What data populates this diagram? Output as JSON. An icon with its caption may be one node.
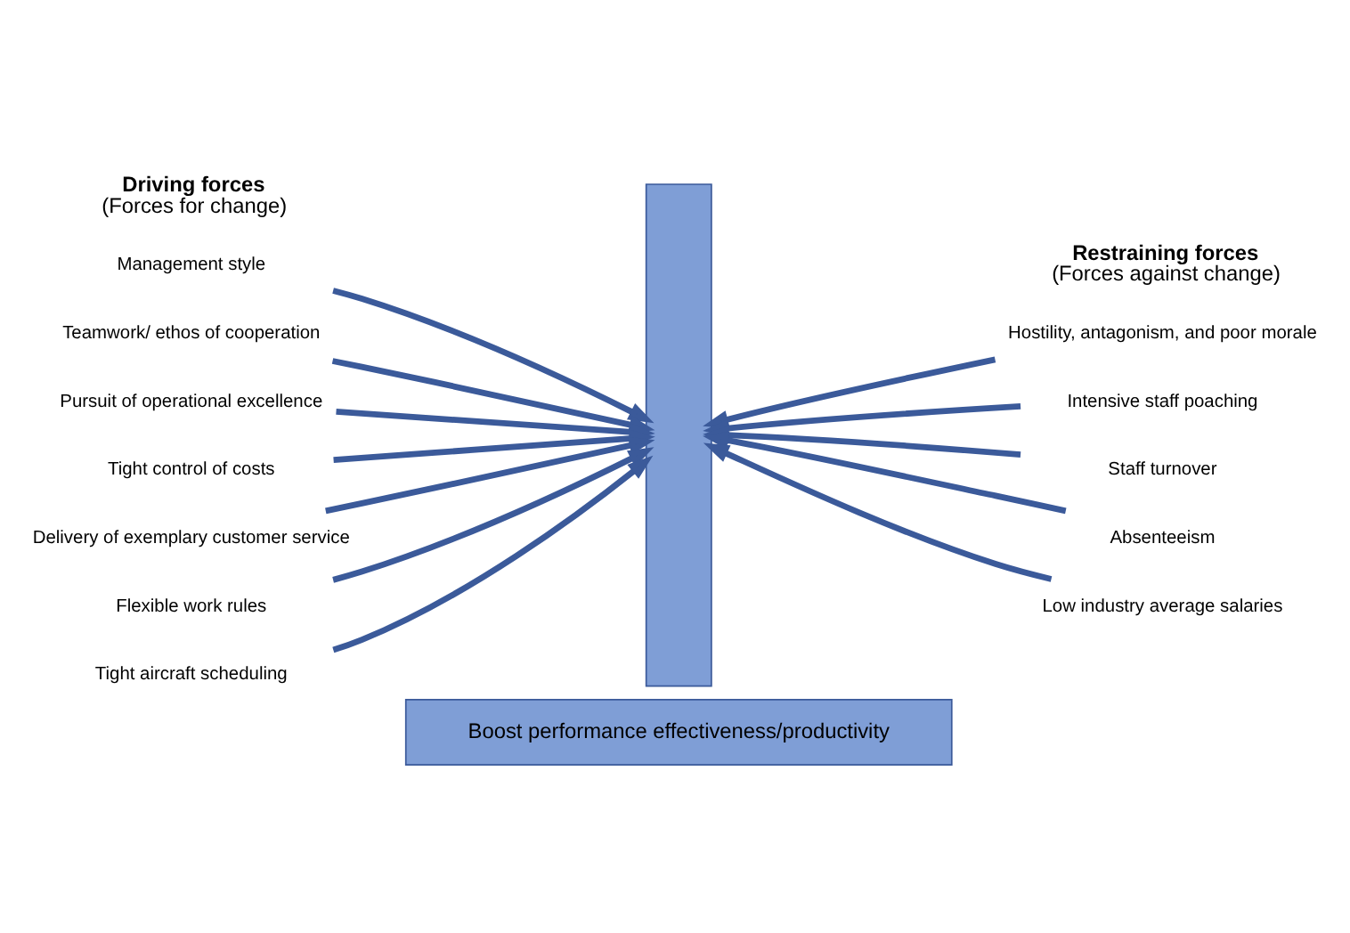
{
  "diagram": {
    "nodes": [
      {
        "text": [],
        "shape": "bar"
      },
      {
        "text": [
          "Management style"
        ]
      },
      {
        "text": [
          "Teamwork/ ethos of cooperation"
        ]
      },
      {
        "text": [
          "Pursuit of operational excellence"
        ]
      },
      {
        "text": [
          "Tight control of costs"
        ]
      },
      {
        "text": [
          "Delivery of exemplary customer service"
        ]
      },
      {
        "text": [
          "Flexible work rules"
        ]
      },
      {
        "text": [
          "Tight aircraft scheduling"
        ]
      },
      {
        "text": [
          "Hostility, antagonism, and poor morale"
        ]
      },
      {
        "text": [
          "Intensive staff poaching"
        ]
      },
      {
        "text": [
          "Staff turnover"
        ]
      },
      {
        "text": [
          "Absenteeism"
        ]
      },
      {
        "text": [
          "Low industry average salaries"
        ]
      },
      {
        "text": [
          "Boost performance effectiveness/productivity"
        ]
      }
    ],
    "edges": [
      {
        "from": 1,
        "to": 0,
        "arrow": "to"
      },
      {
        "from": 2,
        "to": 0,
        "arrow": "to"
      },
      {
        "from": 3,
        "to": 0,
        "arrow": "to"
      },
      {
        "from": 4,
        "to": 0,
        "arrow": "to"
      },
      {
        "from": 5,
        "to": 0,
        "arrow": "to"
      },
      {
        "from": 6,
        "to": 0,
        "arrow": "to"
      },
      {
        "from": 7,
        "to": 0,
        "arrow": "to"
      },
      {
        "from": 8,
        "to": 0,
        "arrow": "to"
      },
      {
        "from": 9,
        "to": 0,
        "arrow": "to"
      },
      {
        "from": 10,
        "to": 0,
        "arrow": "to"
      },
      {
        "from": 11,
        "to": 0,
        "arrow": "to"
      },
      {
        "from": 12,
        "to": 0,
        "arrow": "to"
      }
    ],
    "labels": [
      "Driving forces",
      "(Forces for change)",
      "Restraining forces",
      "(Forces against change)"
    ]
  }
}
